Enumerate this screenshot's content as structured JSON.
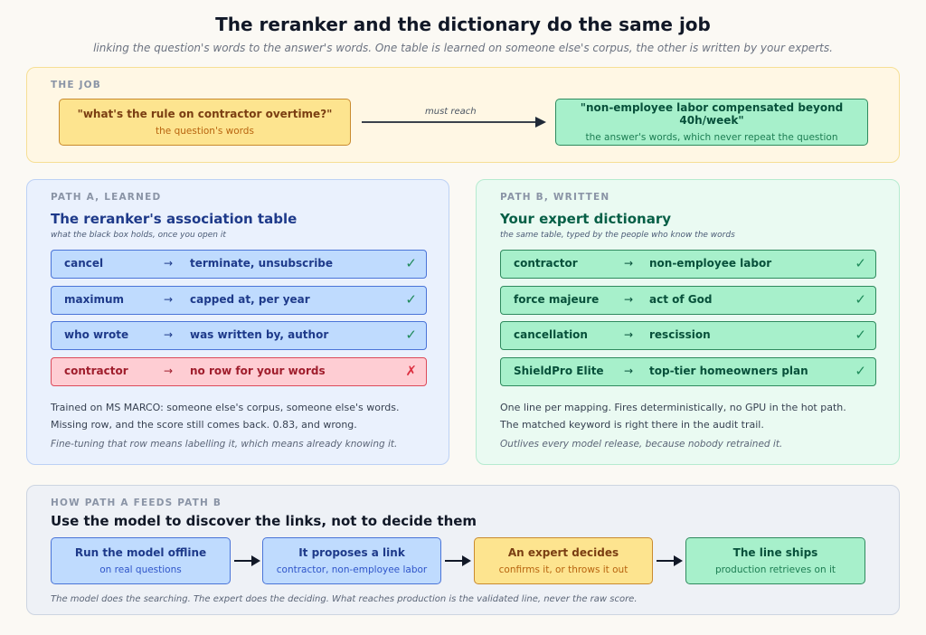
{
  "header": {
    "title": "The reranker and the dictionary do the same job",
    "subtitle": "linking the question's words to the answer's words. One table is learned on someone else's corpus, the other is written by your experts."
  },
  "job": {
    "label": "THE JOB",
    "question": {
      "main": "\"what's the rule on contractor overtime?\"",
      "sub": "the question's words"
    },
    "arrow_label": "must reach",
    "answer": {
      "main": "\"non-employee labor compensated beyond 40h/week\"",
      "sub": "the answer's words, which never repeat the question"
    }
  },
  "path_a": {
    "label": "PATH A, LEARNED",
    "title": "The reranker's association table",
    "note": "what the black box holds, once you open it",
    "rows": [
      {
        "key": "cancel",
        "arrow": "→",
        "value": "terminate, unsubscribe",
        "mark": "✓"
      },
      {
        "key": "maximum",
        "arrow": "→",
        "value": "capped at, per year",
        "mark": "✓"
      },
      {
        "key": "who wrote",
        "arrow": "→",
        "value": "was written by, author",
        "mark": "✓"
      },
      {
        "key": "contractor",
        "arrow": "→",
        "value": "no row for your words",
        "mark": "✗"
      }
    ],
    "line1": "Trained on MS MARCO: someone else's corpus, someone else's words.",
    "line2": "Missing row, and the score still comes back. 0.83, and wrong.",
    "line3": "Fine-tuning that row means labelling it, which means already knowing it."
  },
  "path_b": {
    "label": "PATH B, WRITTEN",
    "title": "Your expert dictionary",
    "note": "the same table, typed by the people who know the words",
    "rows": [
      {
        "key": "contractor",
        "arrow": "→",
        "value": "non-employee labor",
        "mark": "✓"
      },
      {
        "key": "force majeure",
        "arrow": "→",
        "value": "act of God",
        "mark": "✓"
      },
      {
        "key": "cancellation",
        "arrow": "→",
        "value": "rescission",
        "mark": "✓"
      },
      {
        "key": "ShieldPro Elite",
        "arrow": "→",
        "value": "top-tier homeowners plan",
        "mark": "✓"
      }
    ],
    "line1": "One line per mapping. Fires deterministically, no GPU in the hot path.",
    "line2": "The matched keyword is right there in the audit trail.",
    "line3": "Outlives every model release, because nobody retrained it."
  },
  "feeds": {
    "label": "HOW PATH A FEEDS PATH B",
    "title": "Use the model to discover the links, not to decide them",
    "steps": [
      {
        "main": "Run the model offline",
        "sub": "on real questions"
      },
      {
        "main": "It proposes a link",
        "sub": "contractor, non-employee labor"
      },
      {
        "main": "An expert decides",
        "sub": "confirms it, or throws it out"
      },
      {
        "main": "The line ships",
        "sub": "production retrieves on it"
      }
    ],
    "footer": "The model does the searching. The expert does the deciding. What reaches production is the validated line, never the raw score."
  },
  "colors": {
    "yellow": "#fde48f",
    "green": "#a7f0cb",
    "blue": "#bfdbfe",
    "red": "#fecdd3",
    "path_a_title": "#1e3a8a",
    "path_b_title": "#065f46"
  }
}
